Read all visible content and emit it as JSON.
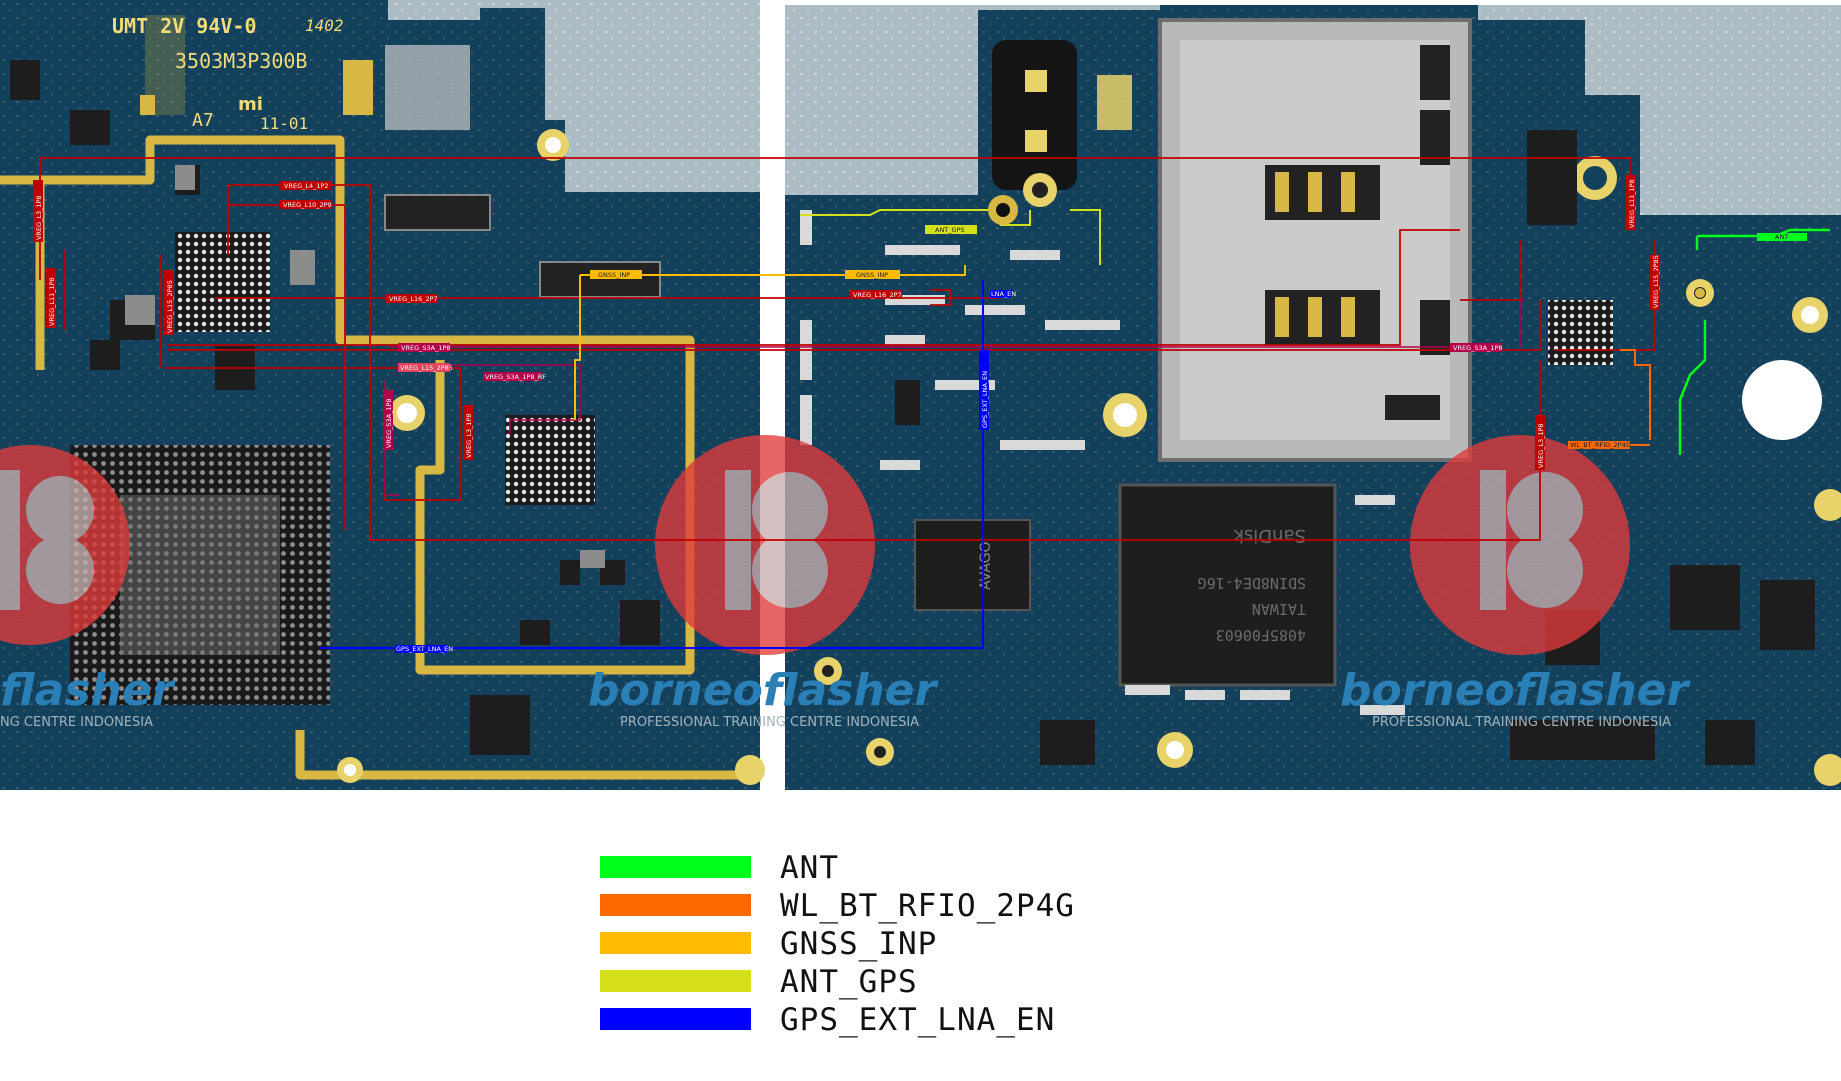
{
  "board": {
    "silk_top": "UMT 2V 94V-0",
    "silk_code": "1402",
    "silk_part": "3503M3P300B",
    "silk_rev": "A7",
    "silk_logo": "mi",
    "silk_date": "11-01",
    "chip_storage_1": "SDIN8DE4-16G",
    "chip_storage_2": "TAIWAN",
    "chip_storage_3": "SanDisk",
    "chip_storage_4": "4085F00603",
    "chip_pa": "AVAGO"
  },
  "watermark": {
    "brand": "borneoflasher",
    "tagline": "PROFESSIONAL TRAINING CENTRE INDONESIA",
    "brand_partial": "flasher",
    "tagline_partial": "NG CENTRE INDONESIA"
  },
  "nets": {
    "vreg_l4_1p2": "VREG_L4_1P2",
    "vreg_l10_2p9": "VREG_L10_2P9",
    "vreg_l16_2p7": "VREG_L16_2P7",
    "vreg_s3a_1p8": "VREG_S3A_1P8",
    "vreg_l15_2p85": "VREG_L15_2P85",
    "vreg_s3a_1p8_rf": "VREG_S3A_1P8_RF",
    "vreg_l3_1p8": "VREG_L3_1P8",
    "vreg_l11_1p8": "VREG_L11_1P8",
    "gnss_inp": "GNSS_INP",
    "ant_gps": "ANT_GPS",
    "gps_ext_lna_en": "GPS_EXT_LNA_EN",
    "ant": "ANT",
    "wl_bt_rfio_2p4g": "WL_BT_RFIO_2P4G",
    "vreg_l16_2p7_r": "VREG_L16_2P7",
    "vreg_s3a_1p8_r": "VREG_S3A_1P8",
    "vreg_l15_2p85_r": "VREG_L15_2P85",
    "vreg_l3_1p8_r": "VREG_L3_1P8",
    "lna_lbl": "LNA_EN"
  },
  "legend": [
    {
      "label": "ANT",
      "color": "#00ff1a"
    },
    {
      "label": "WL_BT_RFIO_2P4G",
      "color": "#ff6a00"
    },
    {
      "label": "GNSS_INP",
      "color": "#ffbb00"
    },
    {
      "label": "ANT_GPS",
      "color": "#d6e01a"
    },
    {
      "label": "GPS_EXT_LNA_EN",
      "color": "#0000ff"
    }
  ],
  "colors": {
    "pcb": "#13405a",
    "pcb_dark": "#0e3046",
    "gold": "#d7b845",
    "vreg": "#c00000",
    "vreg_alt": "#b3004a",
    "shield": "#b9b9b9"
  }
}
